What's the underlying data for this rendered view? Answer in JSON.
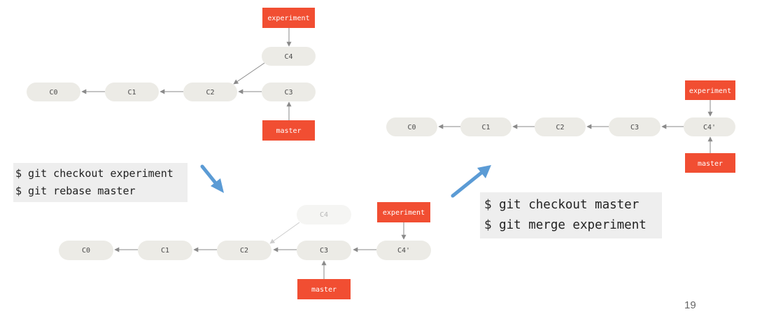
{
  "colors": {
    "commit_fill": "#ecebe6",
    "commit_faded_fill": "#f5f5f3",
    "ref_fill": "#f14e32",
    "edge": "#8a8a8a",
    "edge_faded": "#cccccc",
    "step_arrow": "#5b9bd5",
    "command_bg": "#eeeeee"
  },
  "diagrams": {
    "before": {
      "commits": [
        "C0",
        "C1",
        "C2",
        "C3",
        "C4"
      ],
      "refs": [
        "experiment",
        "master"
      ]
    },
    "rebased": {
      "commits": [
        "C0",
        "C1",
        "C2",
        "C3",
        "C4'"
      ],
      "orphan_commit": "C4",
      "refs": [
        "experiment",
        "master"
      ]
    },
    "merged": {
      "commits": [
        "C0",
        "C1",
        "C2",
        "C3",
        "C4'"
      ],
      "refs": [
        "experiment",
        "master"
      ]
    }
  },
  "commands": {
    "rebase": {
      "line1": "$ git checkout experiment",
      "line2": "$ git rebase master"
    },
    "merge": {
      "line1": "$ git checkout master",
      "line2": "$ git merge experiment"
    }
  },
  "page_number": "19"
}
